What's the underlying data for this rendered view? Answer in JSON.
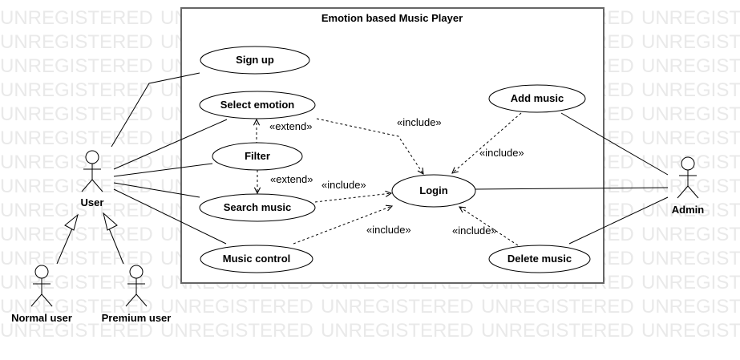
{
  "watermark": "UNREGISTERED",
  "system": {
    "title": "Emotion based Music Player"
  },
  "use_cases": {
    "sign_up": "Sign up",
    "select_emotion": "Select emotion",
    "filter": "Filter",
    "search_music": "Search music",
    "music_control": "Music control",
    "login": "Login",
    "add_music": "Add music",
    "delete_music": "Delete music"
  },
  "actors": {
    "user": "User",
    "admin": "Admin",
    "normal_user": "Normal user",
    "premium_user": "Premium user"
  },
  "relations": {
    "extend": "«extend»",
    "include": "«include»"
  }
}
